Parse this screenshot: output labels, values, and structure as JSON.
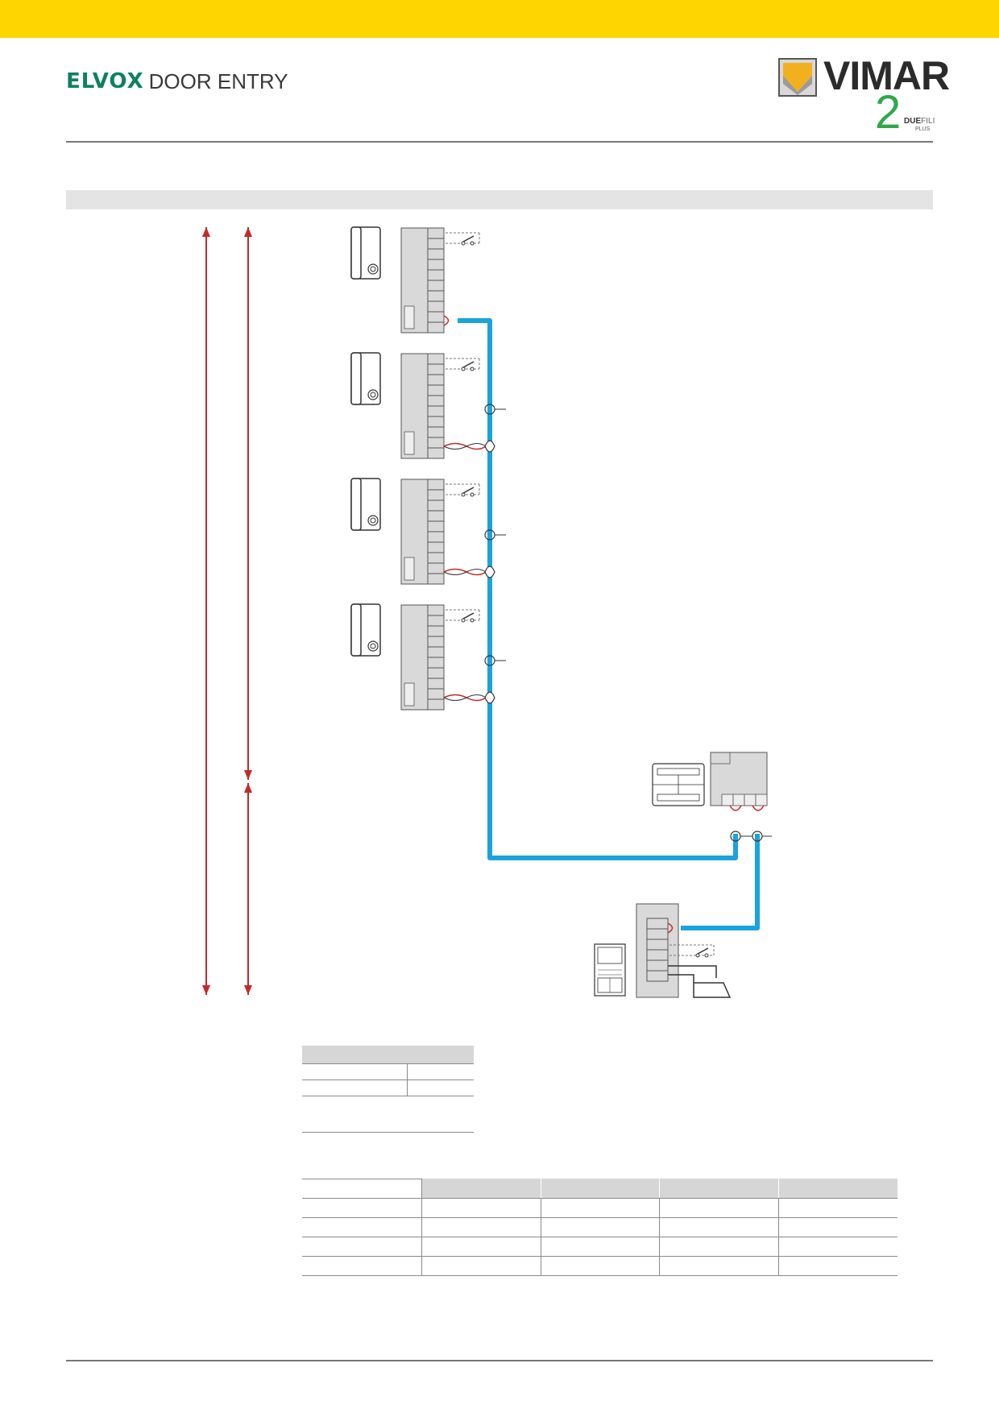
{
  "header": {
    "brand_name": "ELVOX",
    "brand_product": "DOOR ENTRY",
    "manufacturer": "VIMAR",
    "system_mark": {
      "numeral": "2",
      "word_bold": "DUE",
      "word_light": "FILI",
      "word_suffix": "PLUS"
    }
  },
  "colors": {
    "top_band": "#ffd500",
    "brand_green": "#0f8060",
    "due_green": "#2fa84a",
    "bus_cable": "#1aa3dd",
    "distance_arrow": "#c62828",
    "device_fill": "#d9d9d9"
  },
  "diagram": {
    "internal_units": 4,
    "distance_arrows": 3
  },
  "icons": {
    "brand_logo": "vimar-shield-icon",
    "interphone": "handset-interphone-icon",
    "switch": "contact-switch-icon",
    "lock": "electric-lock-icon"
  }
}
